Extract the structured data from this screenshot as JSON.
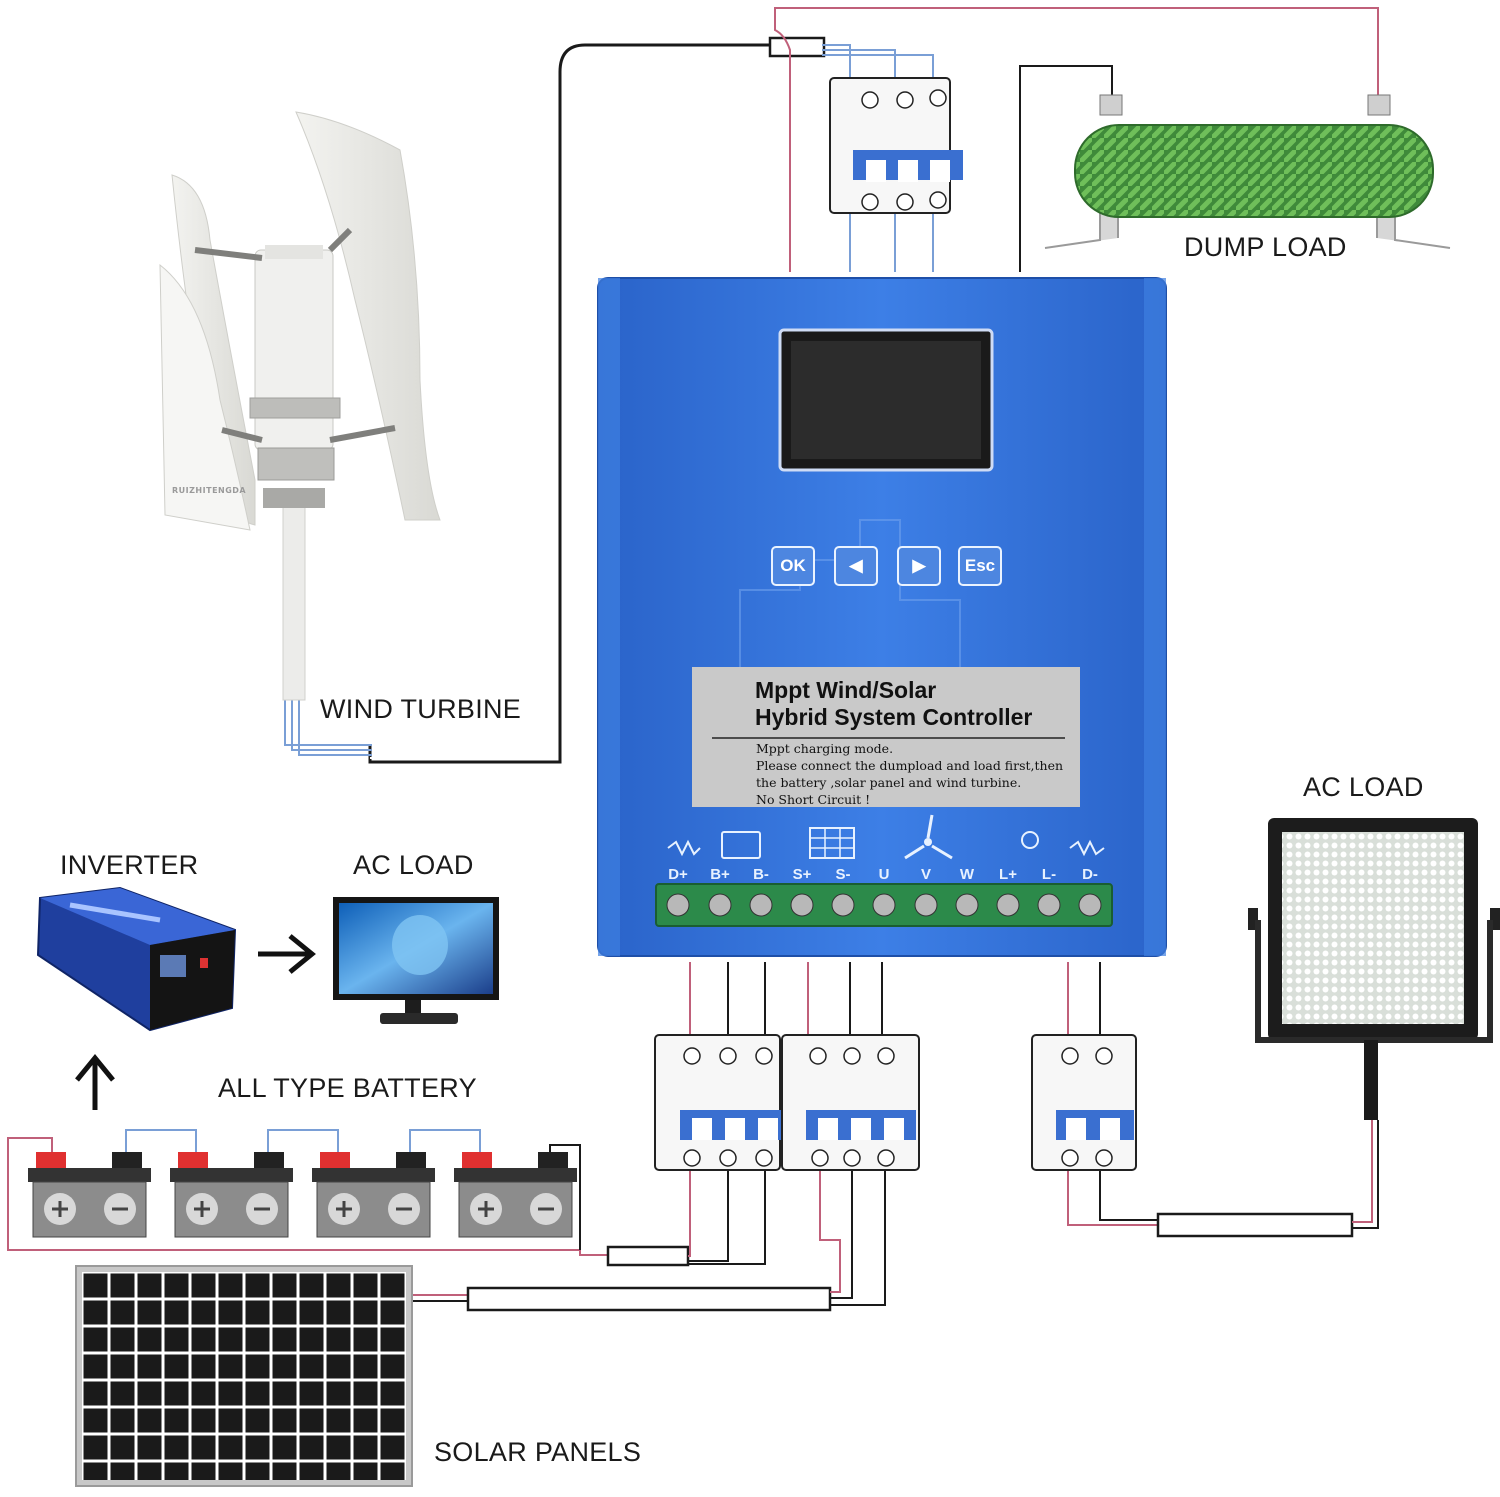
{
  "labels": {
    "wind_turbine": "WIND TURBINE",
    "dump_load": "DUMP LOAD",
    "ac_load_right": "AC LOAD",
    "inverter": "INVERTER",
    "ac_load_left": "AC LOAD",
    "battery": "ALL TYPE BATTERY",
    "solar_panels": "SOLAR PANELS"
  },
  "turbine_brand": "RUIZHITENGDA",
  "controller": {
    "title_line1": "Mppt Wind/Solar",
    "title_line2": "Hybrid System Controller",
    "note1": "Mppt charging mode.",
    "note2": "Please connect the dumpload and load first,then",
    "note3": "the battery ,solar panel and wind turbine.",
    "note4": "No Short Circuit !",
    "buttons": {
      "ok": "OK",
      "left": "◀",
      "right": "▶",
      "esc": "Esc"
    },
    "terminals": [
      "D+",
      "B+",
      "B-",
      "S+",
      "S-",
      "U",
      "V",
      "W",
      "L+",
      "L-",
      "D-"
    ]
  },
  "colors": {
    "controller_blue": "#2f6fd8",
    "wire_red": "#c0607a",
    "wire_blue": "#7a9fd6",
    "wire_black": "#1a1a1a",
    "resistor_green": "#3f8a3a"
  }
}
